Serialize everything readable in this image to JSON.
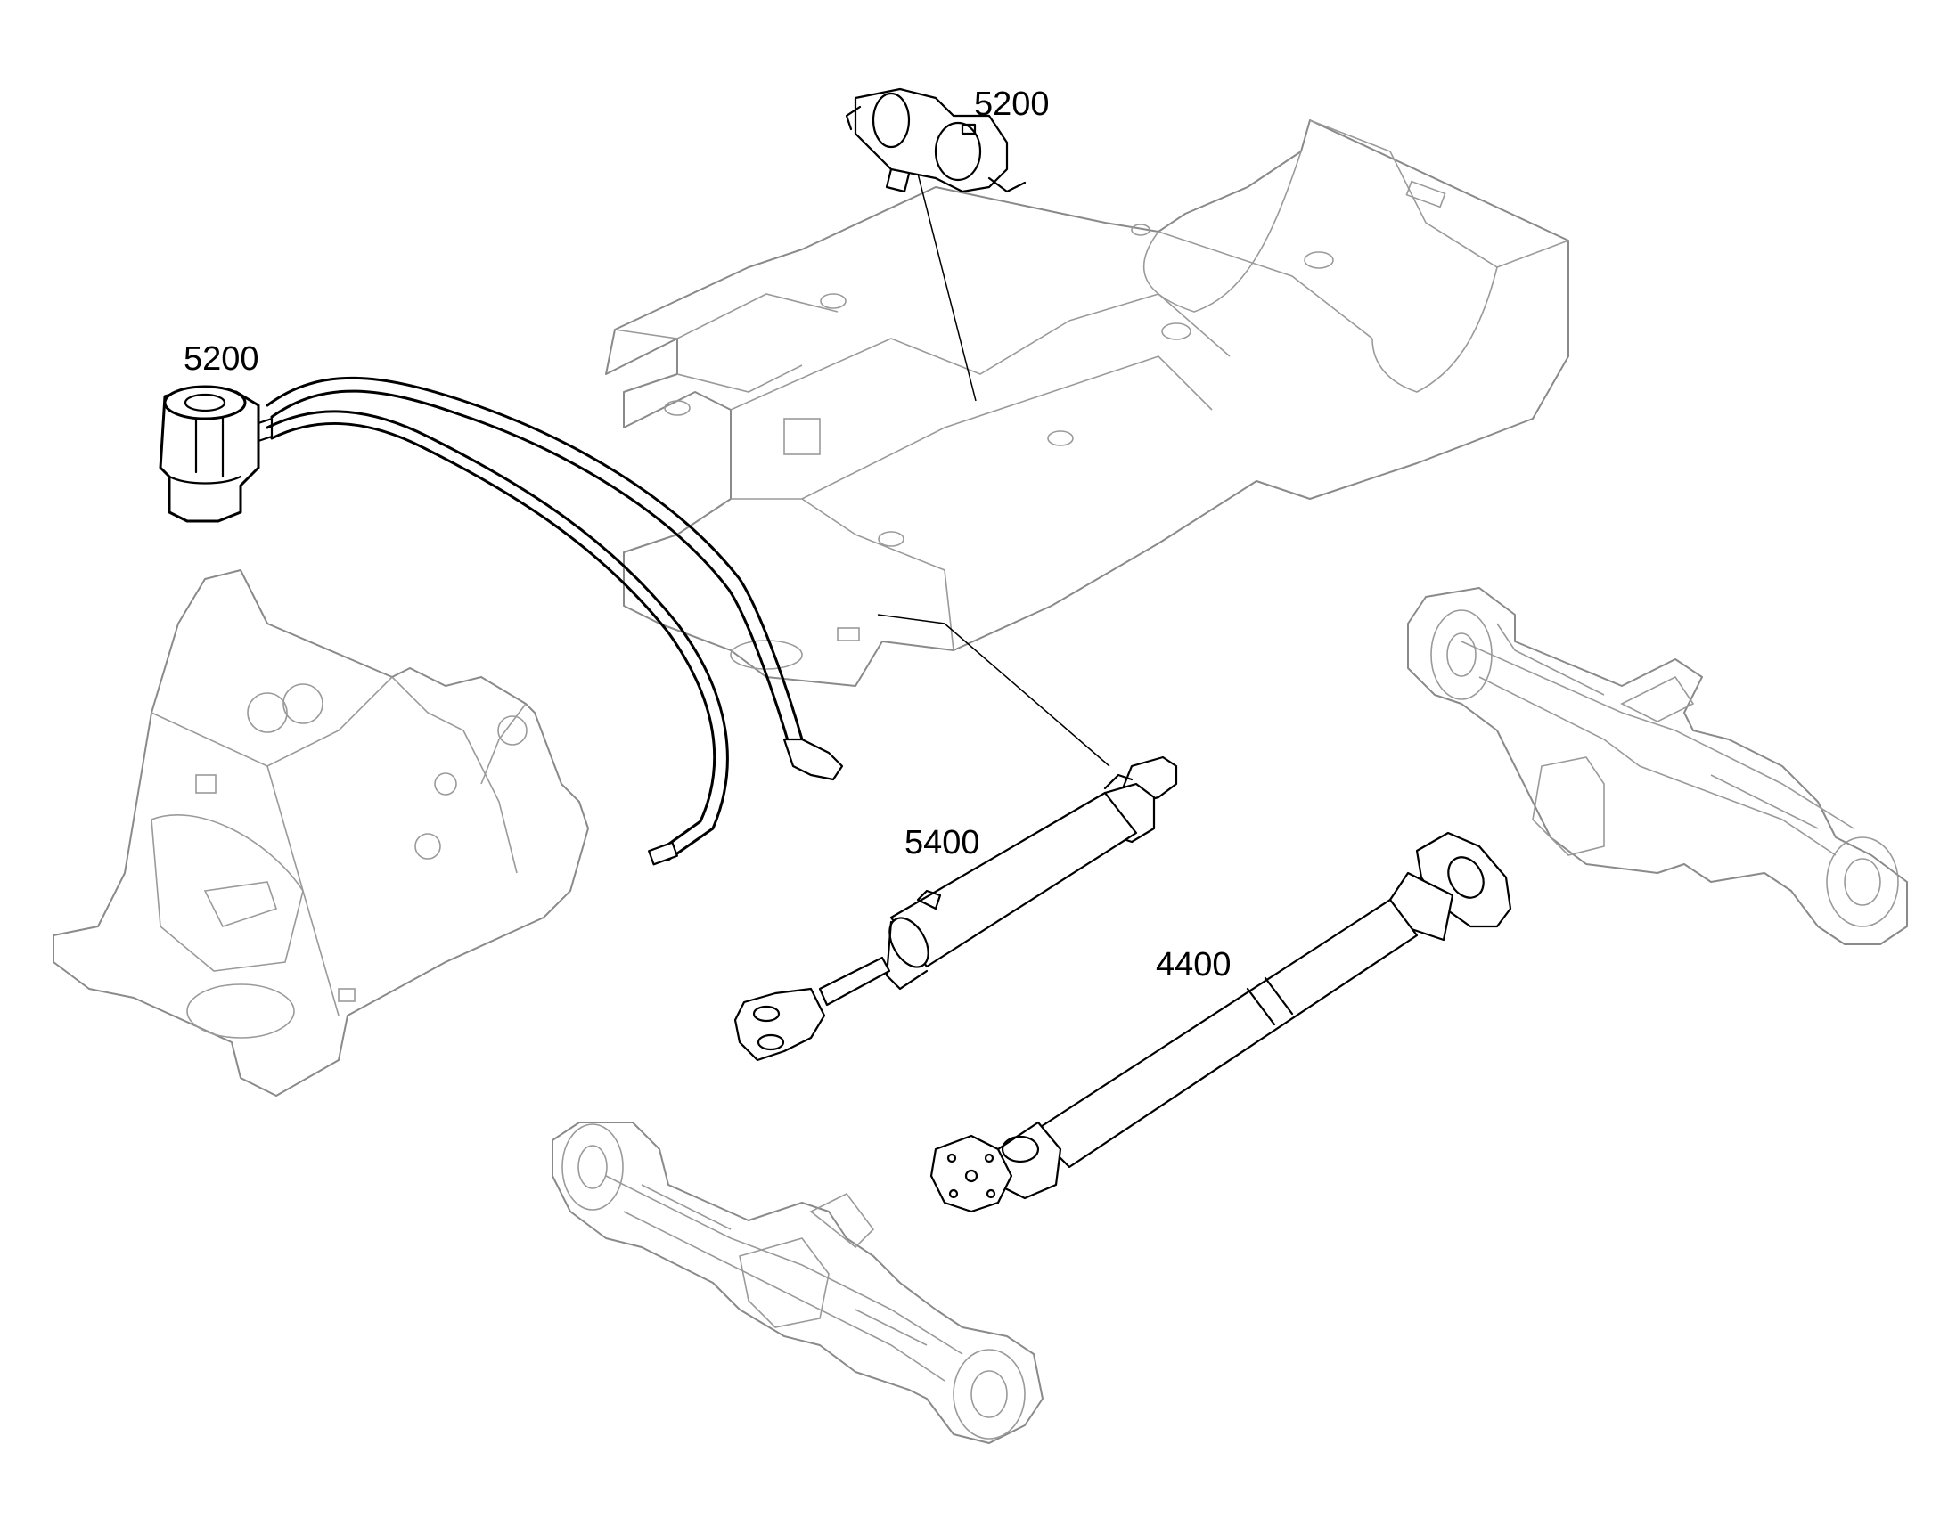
{
  "callouts": [
    {
      "id": "valve-top",
      "label": "5200"
    },
    {
      "id": "orbitrol",
      "label": "5200"
    },
    {
      "id": "cylinder",
      "label": "5400"
    },
    {
      "id": "shaft",
      "label": "4400"
    }
  ]
}
